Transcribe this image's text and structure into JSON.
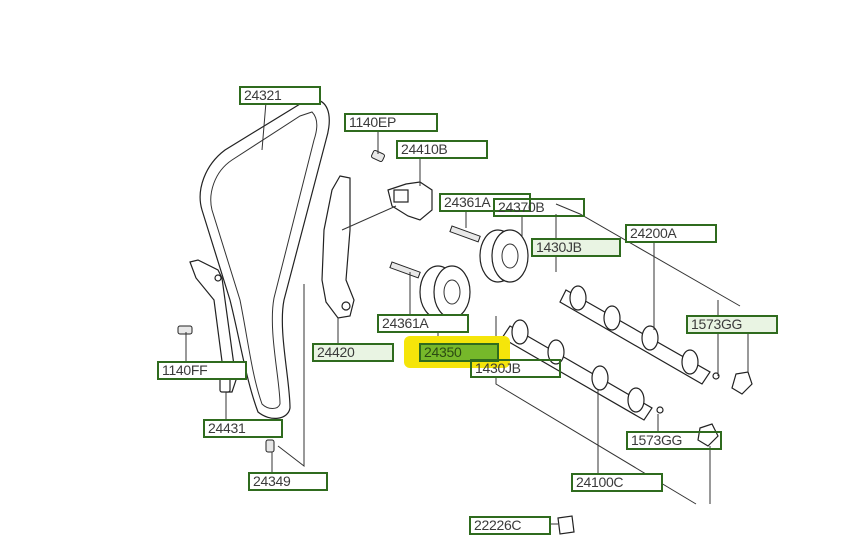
{
  "diagram": {
    "title": "Timing chain & camshaft exploded parts diagram",
    "highlight_color": "#f5e50a",
    "label_border_color": "#2f6b1e",
    "selected_fill_color": "#76b82a",
    "selected_part": "24350",
    "labels": [
      {
        "id": "l-24321",
        "text": "24321"
      },
      {
        "id": "l-1140EP",
        "text": "1140EP"
      },
      {
        "id": "l-24410B",
        "text": "24410B"
      },
      {
        "id": "l-24361A-top",
        "text": "24361A"
      },
      {
        "id": "l-24370B",
        "text": "24370B"
      },
      {
        "id": "l-1430JB-top",
        "text": "1430JB"
      },
      {
        "id": "l-24200A",
        "text": "24200A"
      },
      {
        "id": "l-1573GG-top",
        "text": "1573GG"
      },
      {
        "id": "l-24361A-bottom",
        "text": "24361A"
      },
      {
        "id": "l-24420",
        "text": "24420"
      },
      {
        "id": "l-24350",
        "text": "24350"
      },
      {
        "id": "l-1430JB-bottom",
        "text": "1430JB"
      },
      {
        "id": "l-1140FF",
        "text": "1140FF"
      },
      {
        "id": "l-24431",
        "text": "24431"
      },
      {
        "id": "l-1573GG-bottom",
        "text": "1573GG"
      },
      {
        "id": "l-24100C",
        "text": "24100C"
      },
      {
        "id": "l-24349",
        "text": "24349"
      },
      {
        "id": "l-22226C",
        "text": "22226C"
      }
    ]
  }
}
